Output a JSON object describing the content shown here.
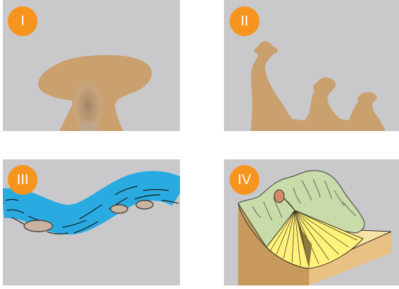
{
  "panels": [
    {
      "label": "I"
    },
    {
      "label": "II"
    },
    {
      "label": "III"
    },
    {
      "label": "IV"
    }
  ],
  "colors": {
    "panel_background": "#c9c9cb",
    "badge": "#f7941d",
    "rock": "#c9a06e",
    "river": "#29abe2",
    "river_dash": "#1a1a1a",
    "pebble": "#c8b4a0",
    "fan": "#fff27a",
    "hill": "#c8dba8",
    "soil_side": "#c79a5c",
    "ground_top": "#f7e3a6"
  }
}
